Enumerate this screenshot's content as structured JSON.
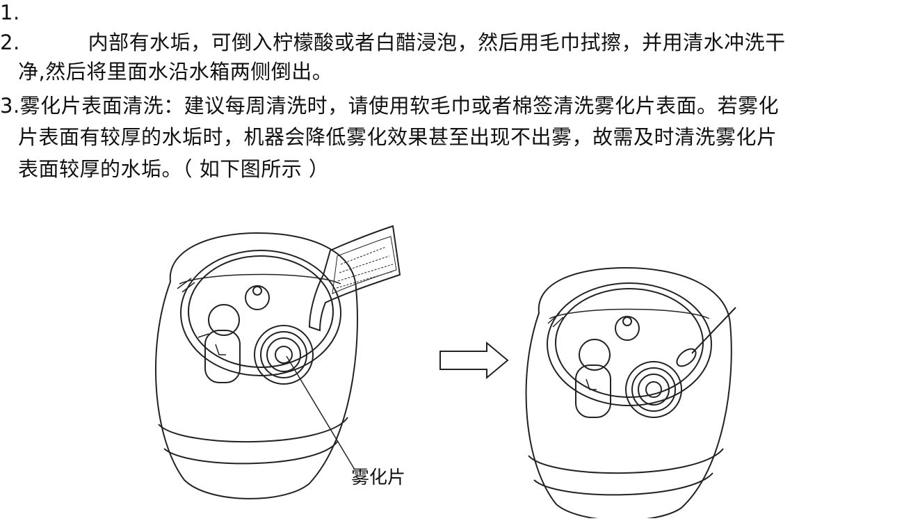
{
  "document": {
    "items": [
      {
        "number": "1.",
        "lines": [
          ""
        ]
      },
      {
        "number": "2.",
        "lines": [
          "内部有水垢，可倒入柠檬酸或者白醋浸泡，然后用毛巾拭擦，并用清水冲洗干",
          "净,然后将里面水沿水箱两侧倒出。"
        ]
      },
      {
        "number": "3.",
        "lines": [
          "雾化片表面清洗：建议每周清洗时，请使用软毛巾或者棉签清洗雾化片表面。若雾化",
          "片表面有较厚的水垢时，机器会降低雾化效果甚至出现不出雾，故需及时清洗雾化片",
          "表面较厚的水垢。（ 如下图所示 ）"
        ]
      }
    ]
  },
  "illustration": {
    "callout_label": "雾化片"
  }
}
